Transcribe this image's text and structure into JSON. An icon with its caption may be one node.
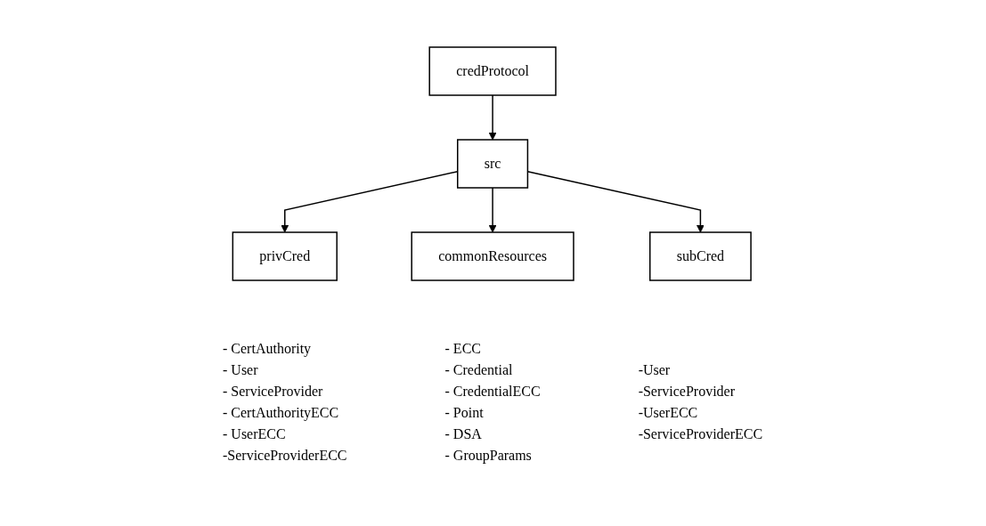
{
  "diagram": {
    "nodes": [
      {
        "text": [
          "credProtocol"
        ]
      },
      {
        "text": [
          "src"
        ]
      },
      {
        "text": [
          "privCred"
        ],
        "beside": [
          "- CertAuthority",
          "- User",
          "- ServiceProvider",
          "- CertAuthorityECC",
          "- UserECC",
          "-ServiceProviderECC"
        ]
      },
      {
        "text": [
          "commonResources"
        ],
        "beside": [
          "- ECC",
          "- Credential",
          "- CredentialECC",
          "- Point",
          "- DSA",
          "- GroupParams"
        ]
      },
      {
        "text": [
          "subCred"
        ],
        "beside": [
          "-User",
          "-ServiceProvider",
          "-UserECC",
          "-ServiceProviderECC"
        ]
      }
    ],
    "edges": [
      {
        "from": 0,
        "to": 1,
        "arrow": "to"
      },
      {
        "from": 1,
        "to": 2,
        "arrow": "to"
      },
      {
        "from": 1,
        "to": 3,
        "arrow": "to"
      },
      {
        "from": 1,
        "to": 4,
        "arrow": "to"
      }
    ]
  }
}
